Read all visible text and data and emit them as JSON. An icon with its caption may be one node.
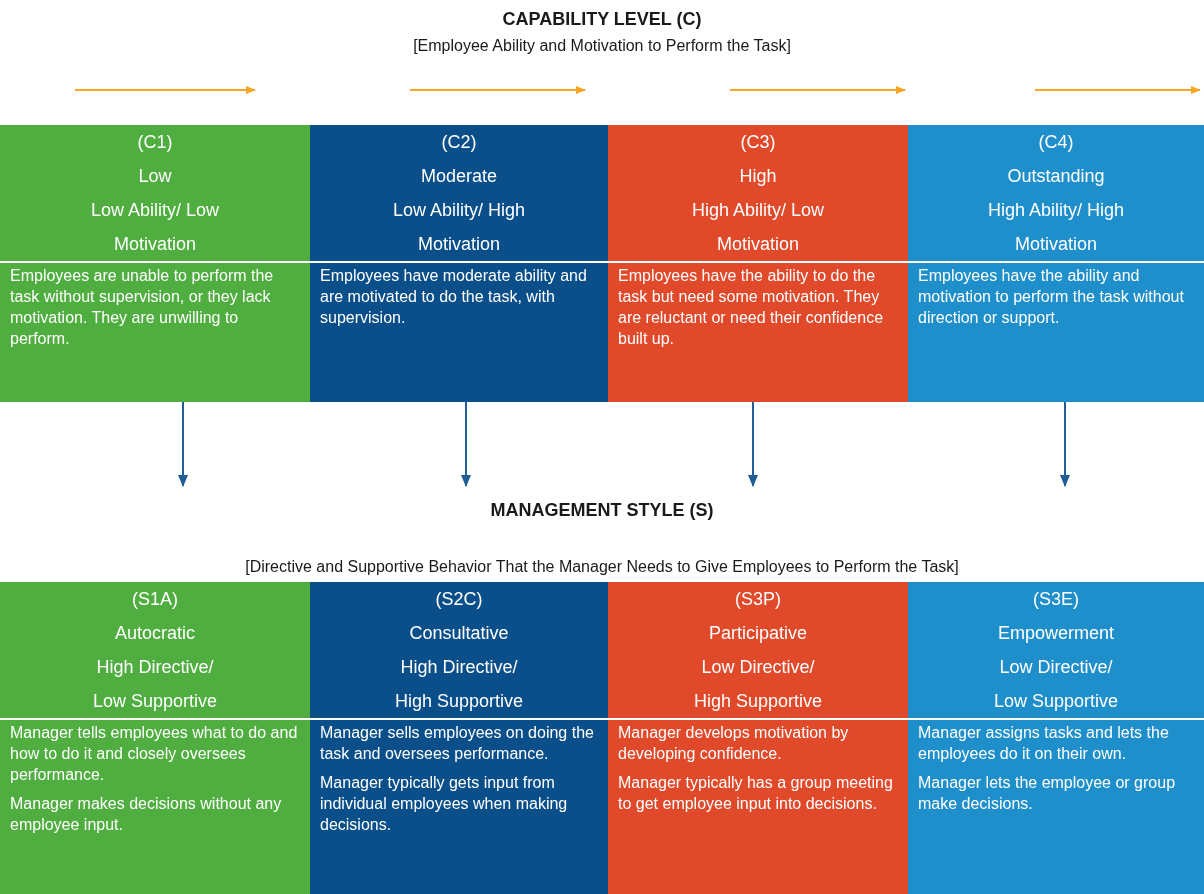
{
  "diagram": {
    "title": "CAPABILITY LEVEL (C)",
    "nodes": [
      {
        "text": [
          "(C1)",
          "Low",
          "Low Ability/ Low Motivation",
          "Employees are unable to perform the task without supervision, or they lack motivation. They are unwilling to perform."
        ]
      },
      {
        "text": [
          "(C2)",
          "Moderate",
          "Low Ability/ High Motivation",
          "Employees have moderate ability and are motivated to do the task, with supervision."
        ]
      },
      {
        "text": [
          "(C3)",
          "High",
          "High Ability/ Low Motivation",
          "Employees have the ability to do the task but need some motivation. They are reluctant or need their confidence built up."
        ]
      },
      {
        "text": [
          "(C4)",
          "Outstanding",
          "High Ability/ High Motivation",
          "Employees have the ability and motivation to perform the task without direction or support."
        ]
      },
      {
        "text": [
          "(S1A)",
          "Autocratic",
          "High Directive/ Low Supportive",
          "Manager tells employees what to do and how to do it and closely oversees performance.",
          "Manager makes decisions without any employee input."
        ]
      },
      {
        "text": [
          "(S2C)",
          "Consultative",
          "High Directive/ High Supportive",
          "Manager sells employees on doing the task and oversees performance.",
          "Manager typically gets input from individual employees when making decisions."
        ]
      },
      {
        "text": [
          "(S3P)",
          "Participative",
          "Low Directive/ High Supportive",
          "Manager develops motivation by developing confidence.",
          "Manager typically has a group meeting to get employee input into decisions."
        ]
      },
      {
        "text": [
          "(S3E)",
          "Empowerment",
          "Low Directive/ Low Supportive",
          "Manager assigns tasks and lets the employees do it on their own.",
          "Manager lets the employee or group make decisions."
        ]
      }
    ],
    "edges": [
      {
        "from": 0,
        "to": null,
        "arrow": "to"
      },
      {
        "from": 1,
        "to": null,
        "arrow": "to"
      },
      {
        "from": 2,
        "to": null,
        "arrow": "to"
      },
      {
        "from": 3,
        "to": null,
        "arrow": "to"
      }
    ],
    "labels": [
      "[Employee Ability and Motivation to Perform the Task]",
      "MANAGEMENT STYLE (S)",
      "[Directive and Supportive Behavior That the Manager Needs to Give Employees to Perform the Task]"
    ]
  }
}
